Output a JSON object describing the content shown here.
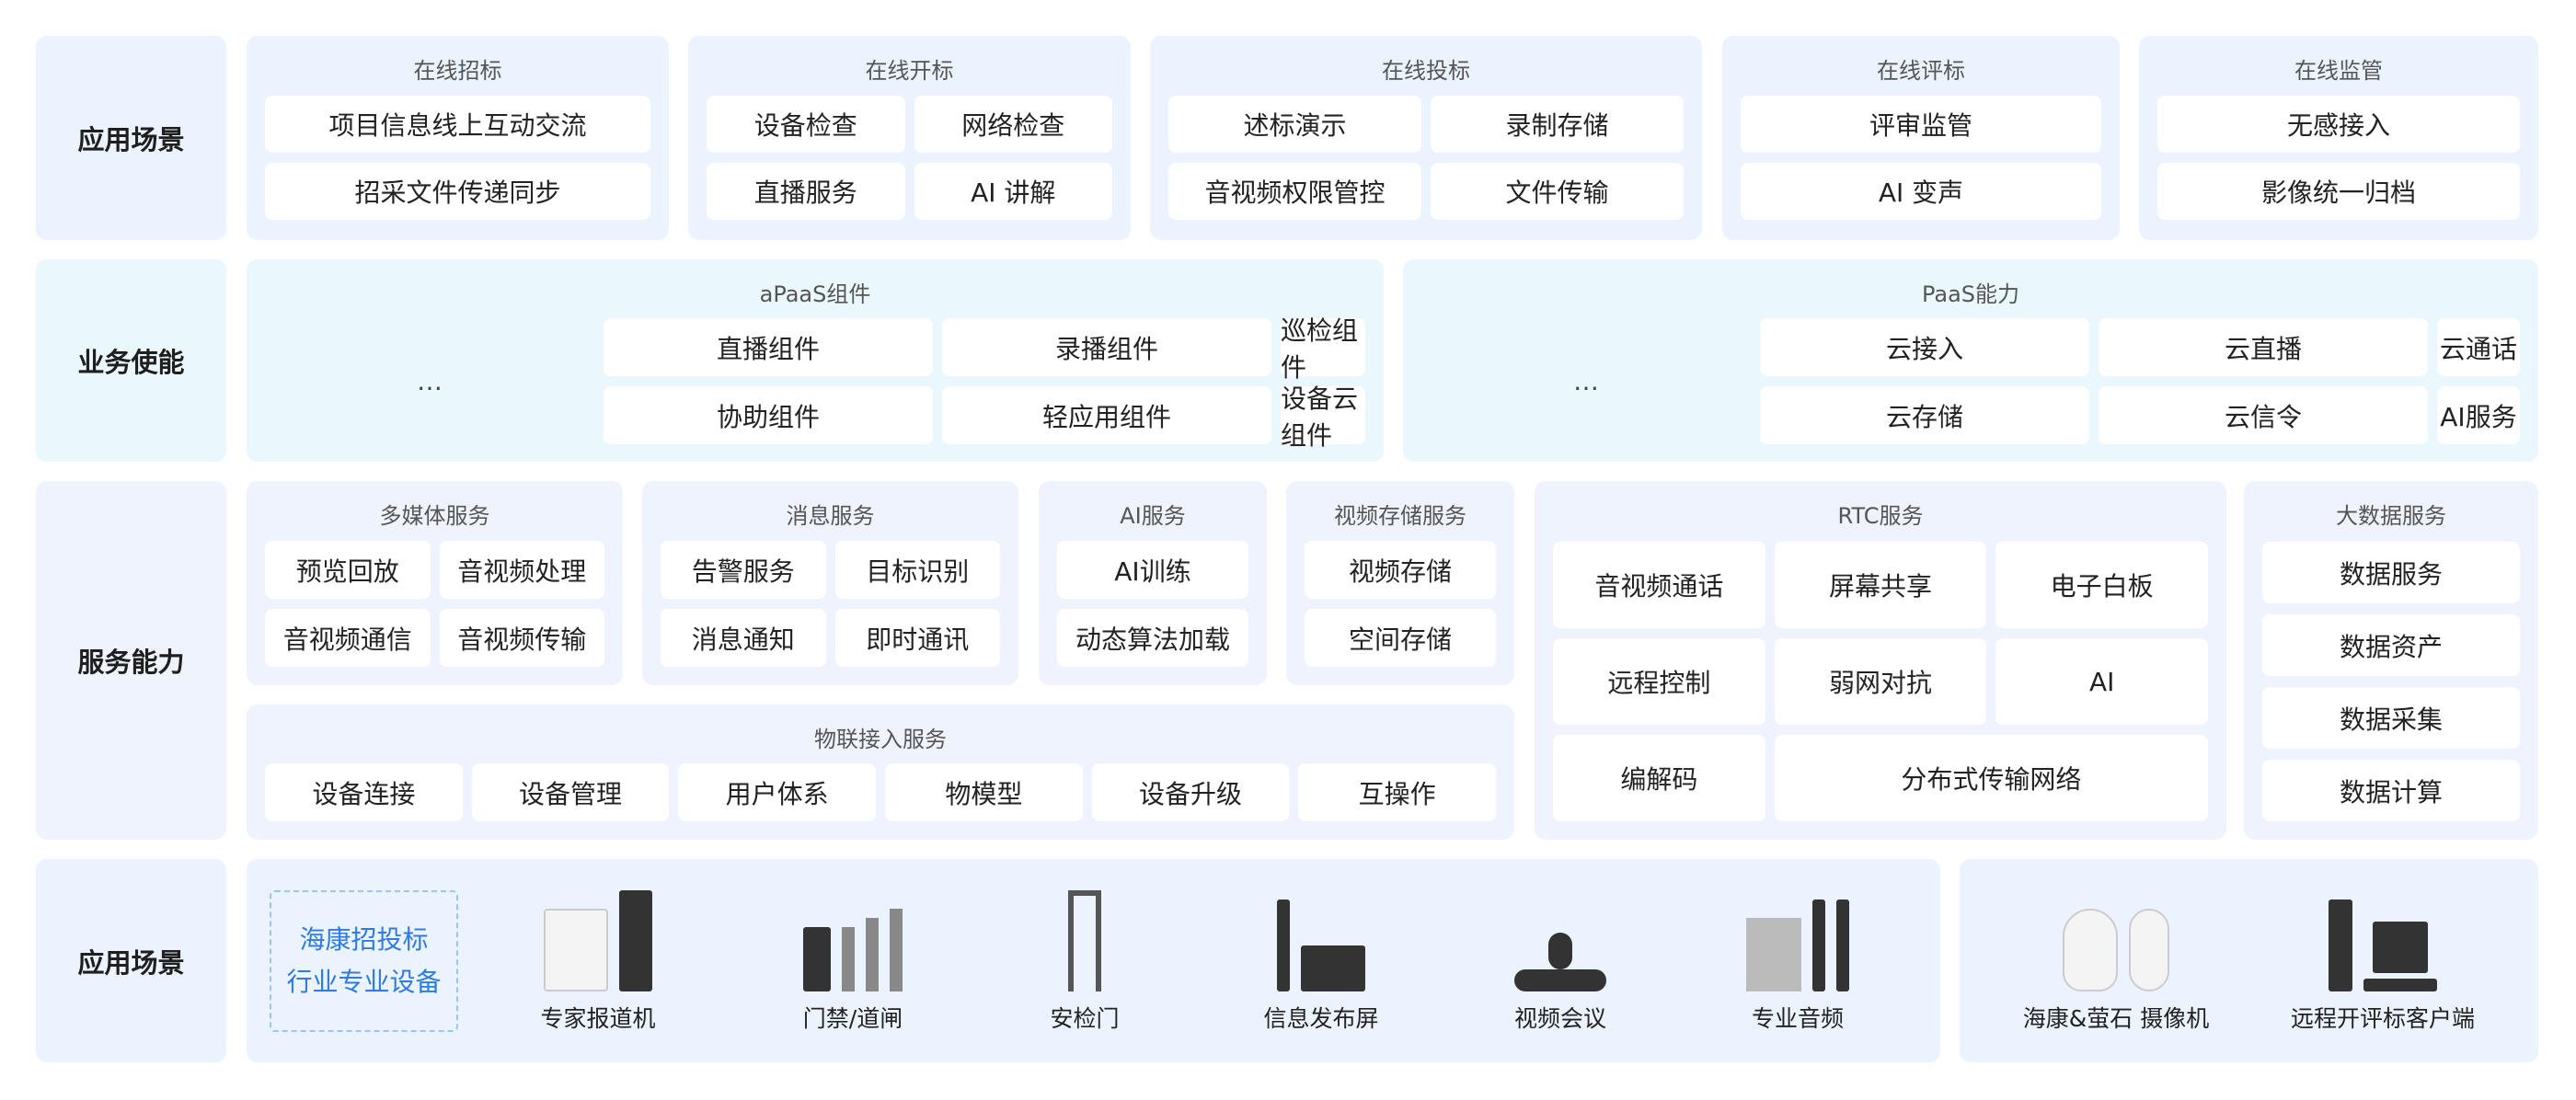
{
  "rows": [
    {
      "label": "应用场景",
      "groups": [
        {
          "title": "在线招标",
          "items": [
            "项目信息线上互动交流",
            "招采文件传递同步"
          ]
        },
        {
          "title": "在线开标",
          "items": [
            "设备检查",
            "网络检查",
            "直播服务",
            "AI 讲解"
          ]
        },
        {
          "title": "在线投标",
          "items": [
            "述标演示",
            "录制存储",
            "音视频权限管控",
            "文件传输"
          ]
        },
        {
          "title": "在线评标",
          "items": [
            "评审监管",
            "AI 变声"
          ]
        },
        {
          "title": "在线监管",
          "items": [
            "无感接入",
            "影像统一归档"
          ]
        }
      ]
    },
    {
      "label": "业务使能",
      "groups": [
        {
          "title": "aPaaS组件",
          "items": [
            "直播组件",
            "录播组件",
            "巡检组件",
            "协助组件",
            "轻应用组件",
            "设备云组件"
          ],
          "more": "…"
        },
        {
          "title": "PaaS能力",
          "items": [
            "云接入",
            "云直播",
            "云通话",
            "云存储",
            "云信令",
            "AI服务"
          ],
          "more": "…"
        }
      ]
    },
    {
      "label": "服务能力",
      "groups": [
        {
          "title": "多媒体服务",
          "items": [
            "预览回放",
            "音视频处理",
            "音视频通信",
            "音视频传输"
          ]
        },
        {
          "title": "消息服务",
          "items": [
            "告警服务",
            "目标识别",
            "消息通知",
            "即时通讯"
          ]
        },
        {
          "title": "AI服务",
          "items": [
            "AI训练",
            "动态算法加载"
          ]
        },
        {
          "title": "视频存储服务",
          "items": [
            "视频存储",
            "空间存储"
          ]
        },
        {
          "title": "物联接入服务",
          "items": [
            "设备连接",
            "设备管理",
            "用户体系",
            "物模型",
            "设备升级",
            "互操作"
          ]
        },
        {
          "title": "RTC服务",
          "items": [
            "音视频通话",
            "屏幕共享",
            "电子白板",
            "远程控制",
            "弱网对抗",
            "AI",
            "编解码",
            "分布式传输网络"
          ]
        },
        {
          "title": "大数据服务",
          "items": [
            "数据服务",
            "数据资产",
            "数据采集",
            "数据计算"
          ]
        }
      ]
    },
    {
      "label": "应用场景",
      "highlight": [
        "海康招投标",
        "行业专业设备"
      ],
      "devices": [
        {
          "name": "专家报道机",
          "icon": "kiosk-icon"
        },
        {
          "name": "门禁/道闸",
          "icon": "gate-icon"
        },
        {
          "name": "安检门",
          "icon": "security-gate-icon"
        },
        {
          "name": "信息发布屏",
          "icon": "display-icon"
        },
        {
          "name": "视频会议",
          "icon": "conference-camera-icon"
        },
        {
          "name": "专业音频",
          "icon": "speaker-icon"
        },
        {
          "name": "海康&萤石 摄像机",
          "icon": "camera-icon"
        },
        {
          "name": "远程开评标客户端",
          "icon": "desktop-pc-icon"
        }
      ]
    }
  ],
  "colors": {
    "row1": "#ebf3fe",
    "row2": "#eaf7fd",
    "row3": "#eff3fd",
    "row4": "#ebf3fe",
    "highlight": "#2f7be6"
  }
}
